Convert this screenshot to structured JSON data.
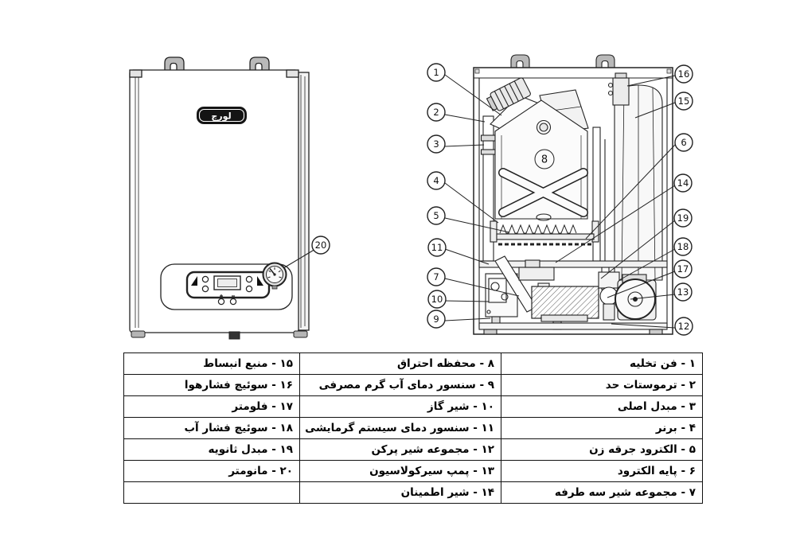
{
  "front_view": {
    "brand_logo_text": "لورچ",
    "callout_num": "20"
  },
  "internal_view": {
    "chamber_num": "8",
    "left": [
      "1",
      "2",
      "3",
      "4",
      "5",
      "11",
      "7",
      "10",
      "9"
    ],
    "right": [
      "16",
      "15",
      "6",
      "14",
      "19",
      "18",
      "17",
      "13",
      "12"
    ]
  },
  "parts_table": {
    "rows": [
      {
        "c1": "۱ - فن تخلیه",
        "c2": "۸ - محفظه احتراق",
        "c3": "۱۵ - منبع انبساط"
      },
      {
        "c1": "۲ - ترموستات حد",
        "c2": "۹ - سنسور دمای آب گرم مصرفی",
        "c3": "۱۶ - سوئیچ فشارهوا"
      },
      {
        "c1": "۳ - مبدل اصلی",
        "c2": "۱۰ - شیر گاز",
        "c3": "۱۷ - فلومتر"
      },
      {
        "c1": "۴ - برنر",
        "c2": "۱۱ - سنسور دمای سیستم گرمایشی",
        "c3": "۱۸ - سوئیچ فشار آب"
      },
      {
        "c1": "۵ - الکترود جرقه زن",
        "c2": "۱۲ - مجموعه شیر پرکن",
        "c3": "۱۹ - مبدل ثانویه"
      },
      {
        "c1": "۶ - پایه الکترود",
        "c2": "۱۳ - پمپ سیرکولاسیون",
        "c3": "۲۰ - مانومتر"
      },
      {
        "c1": "۷ - مجموعه شیر سه طرفه",
        "c2": "۱۴ - شیر اطمینان",
        "c3": ""
      }
    ]
  }
}
